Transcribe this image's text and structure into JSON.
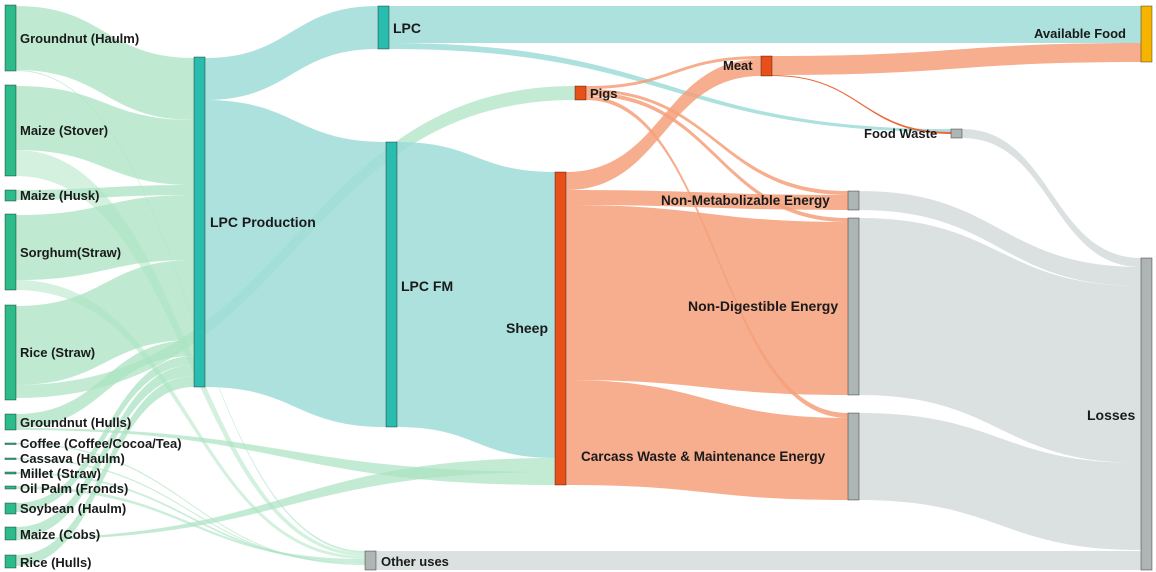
{
  "colors": {
    "source": "#a9e3c1",
    "source_node": "#2dbb8a",
    "lpc": "#2bbcb0",
    "lpc_flow": "#9fdcd8",
    "animal": "#e8501a",
    "animal_flow": "#f5a07a",
    "food": "#f5b400",
    "loss": "#adb5b5",
    "loss_flow": "#d5dbdb"
  },
  "diagram": {
    "type": "sankey",
    "nodes": [
      {
        "id": "groundnut_haulm",
        "label": "Groundnut (Haulm)"
      },
      {
        "id": "maize_stover",
        "label": "Maize (Stover)"
      },
      {
        "id": "maize_husk",
        "label": "Maize (Husk)"
      },
      {
        "id": "sorghum_straw",
        "label": "Sorghum(Straw)"
      },
      {
        "id": "rice_straw",
        "label": "Rice (Straw)"
      },
      {
        "id": "groundnut_hulls",
        "label": "Groundnut (Hulls)"
      },
      {
        "id": "coffee",
        "label": "Coffee (Coffee/Cocoa/Tea)"
      },
      {
        "id": "cassava",
        "label": "Cassava (Haulm)"
      },
      {
        "id": "millet",
        "label": "Millet (Straw)"
      },
      {
        "id": "oil_palm",
        "label": "Oil Palm (Fronds)"
      },
      {
        "id": "soybean",
        "label": "Soybean (Haulm)"
      },
      {
        "id": "maize_cobs",
        "label": "Maize (Cobs)"
      },
      {
        "id": "rice_hulls",
        "label": "Rice (Hulls)"
      },
      {
        "id": "lpc_production",
        "label": "LPC Production"
      },
      {
        "id": "lpc",
        "label": "LPC"
      },
      {
        "id": "lpc_fm",
        "label": "LPC FM"
      },
      {
        "id": "other_uses",
        "label": "Other uses"
      },
      {
        "id": "pigs",
        "label": "Pigs"
      },
      {
        "id": "sheep",
        "label": "Sheep"
      },
      {
        "id": "meat",
        "label": "Meat"
      },
      {
        "id": "food_waste",
        "label": "Food Waste"
      },
      {
        "id": "non_metab",
        "label": "Non-Metabolizable Energy"
      },
      {
        "id": "non_dig",
        "label": "Non-Digestible Energy"
      },
      {
        "id": "carcass",
        "label": "Carcass Waste & Maintenance Energy"
      },
      {
        "id": "available_food",
        "label": "Available Food"
      },
      {
        "id": "losses",
        "label": "Losses"
      }
    ]
  }
}
